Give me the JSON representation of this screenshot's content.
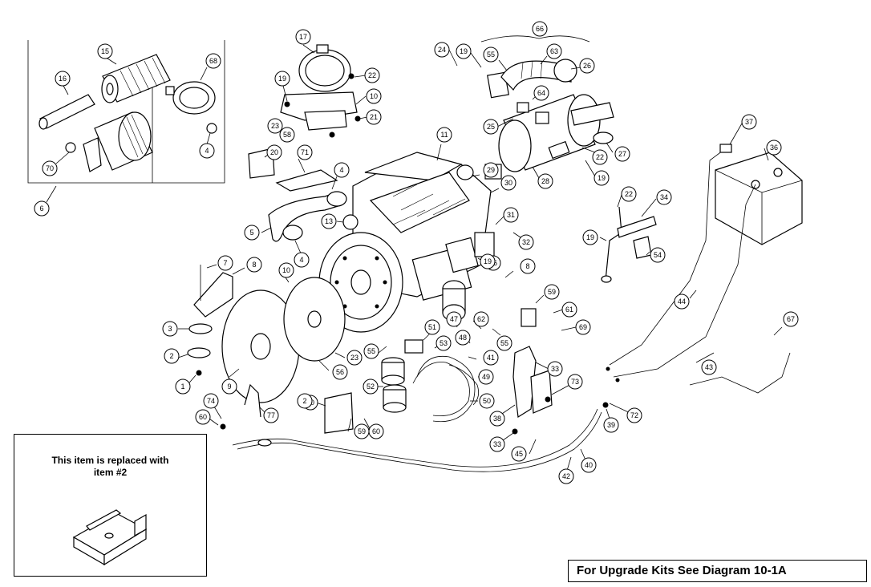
{
  "note": {
    "line1": "This item is replaced with",
    "line2": "item #2"
  },
  "upgrade_label": "For Upgrade Kits See Diagram 10-1A",
  "callouts": [
    "15",
    "16",
    "68",
    "70",
    "4",
    "6",
    "17",
    "19",
    "22",
    "10",
    "23",
    "58",
    "21",
    "20",
    "71",
    "4",
    "24",
    "19",
    "55",
    "63",
    "66",
    "26",
    "64",
    "25",
    "27",
    "28",
    "22",
    "19",
    "11",
    "29",
    "30",
    "31",
    "32",
    "13",
    "5",
    "4",
    "46",
    "19",
    "8",
    "37",
    "36",
    "34",
    "22",
    "19",
    "54",
    "44",
    "43",
    "67",
    "7",
    "8",
    "3",
    "2",
    "1",
    "10",
    "9",
    "23",
    "56",
    "55",
    "51",
    "53",
    "48",
    "62",
    "41",
    "55",
    "47",
    "59",
    "61",
    "69",
    "52",
    "50",
    "49",
    "60",
    "2",
    "59",
    "60",
    "77",
    "74",
    "60",
    "33",
    "73",
    "38",
    "39",
    "72",
    "33",
    "45",
    "40",
    "42"
  ]
}
